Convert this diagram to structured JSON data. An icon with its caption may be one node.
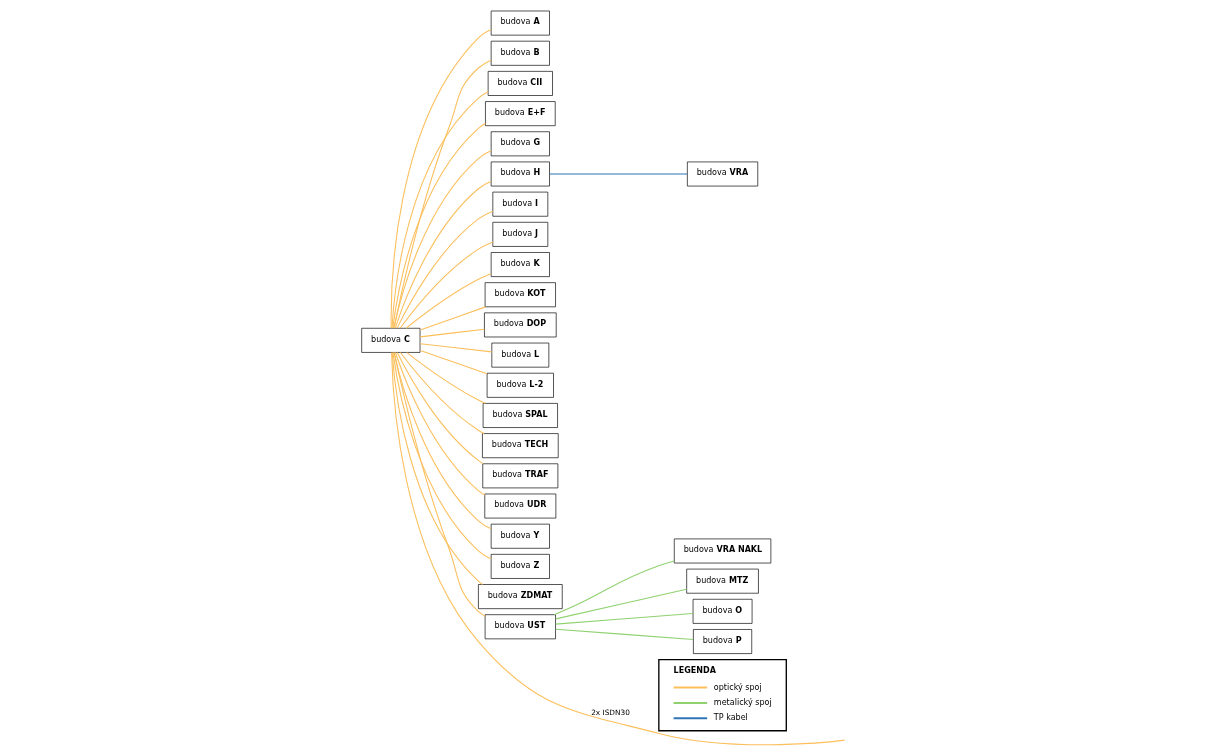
{
  "diagram": {
    "nodes": [
      {
        "text": [
          "budova **C**"
        ]
      },
      {
        "text": [
          "budova **A**"
        ]
      },
      {
        "text": [
          "budova **B**"
        ]
      },
      {
        "text": [
          "budova **CII**"
        ]
      },
      {
        "text": [
          "budova **E+F**"
        ]
      },
      {
        "text": [
          "budova **G**"
        ]
      },
      {
        "text": [
          "budova **H**"
        ]
      },
      {
        "text": [
          "budova **I**"
        ]
      },
      {
        "text": [
          "budova **J**"
        ]
      },
      {
        "text": [
          "budova **K**"
        ]
      },
      {
        "text": [
          "budova **KOT**"
        ]
      },
      {
        "text": [
          "budova **VRA**"
        ]
      },
      {
        "text": [
          "budova **DOP**"
        ]
      },
      {
        "text": [
          "budova **L**"
        ]
      },
      {
        "text": [
          "budova **L-2**"
        ]
      },
      {
        "text": [
          "budova **SPAL**"
        ]
      },
      {
        "text": [
          "budova **TECH**"
        ]
      },
      {
        "text": [
          "budova **TRAF**"
        ]
      },
      {
        "text": [
          "budova **UDR**"
        ]
      },
      {
        "text": [
          "budova **Y**"
        ]
      },
      {
        "text": [
          "budova **Z**"
        ]
      },
      {
        "text": [
          "budova **ZDMAT**"
        ]
      },
      {
        "text": [
          "budova **UST**"
        ]
      },
      {
        "text": [
          "budova **VRA NAKL**"
        ]
      },
      {
        "text": [
          "budova **MTZ**"
        ]
      },
      {
        "text": [
          "budova **O**"
        ]
      },
      {
        "text": [
          "budova **P**"
        ]
      }
    ],
    "edges": [
      {
        "from": 0,
        "to": null,
        "arrow": "none",
        "label": "2x ISDN30"
      },
      {
        "from": 0,
        "to": 1,
        "arrow": "none"
      },
      {
        "from": 0,
        "to": 2,
        "arrow": "none"
      },
      {
        "from": 0,
        "to": 3,
        "arrow": "none"
      },
      {
        "from": 0,
        "to": 4,
        "arrow": "none"
      },
      {
        "from": 0,
        "to": 5,
        "arrow": "none"
      },
      {
        "from": 0,
        "to": 6,
        "arrow": "none"
      },
      {
        "from": 0,
        "to": 7,
        "arrow": "none"
      },
      {
        "from": 0,
        "to": 8,
        "arrow": "none"
      },
      {
        "from": 0,
        "to": 9,
        "arrow": "none"
      },
      {
        "from": 0,
        "to": 10,
        "arrow": "none"
      },
      {
        "from": 0,
        "to": 12,
        "arrow": "none"
      },
      {
        "from": 0,
        "to": 13,
        "arrow": "none"
      },
      {
        "from": 0,
        "to": 14,
        "arrow": "none"
      },
      {
        "from": 0,
        "to": 15,
        "arrow": "none"
      },
      {
        "from": 0,
        "to": 16,
        "arrow": "none"
      },
      {
        "from": 0,
        "to": 17,
        "arrow": "none"
      },
      {
        "from": 0,
        "to": 18,
        "arrow": "none"
      },
      {
        "from": 0,
        "to": 19,
        "arrow": "none"
      },
      {
        "from": 0,
        "to": 20,
        "arrow": "none"
      },
      {
        "from": 0,
        "to": 21,
        "arrow": "none"
      },
      {
        "from": 0,
        "to": 22,
        "arrow": "none"
      },
      {
        "from": 22,
        "to": 23,
        "arrow": "none",
        "color": "#8fd16f"
      },
      {
        "from": 22,
        "to": 24,
        "arrow": "none",
        "color": "#8fd16f"
      },
      {
        "from": 22,
        "to": 25,
        "arrow": "none",
        "color": "#8fd16f"
      },
      {
        "from": 22,
        "to": 26,
        "arrow": "none",
        "color": "#8fd16f"
      },
      {
        "from": 6,
        "to": 11,
        "arrow": "none",
        "color": "#2e75b6"
      }
    ],
    "labels": [
      "LEGENDA"
    ],
    "legend": [
      {
        "text": "optický spoj"
      },
      {
        "text": "metalický spoj"
      },
      {
        "text": "TP kabel"
      }
    ]
  }
}
